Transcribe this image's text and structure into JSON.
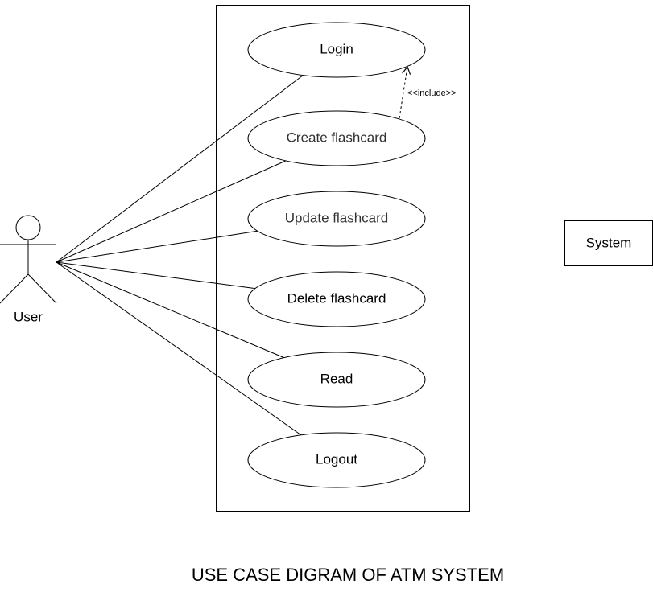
{
  "diagram": {
    "title": "USE CASE DIGRAM OF ATM SYSTEM",
    "actor": {
      "label": "User"
    },
    "system_box_label": "System",
    "use_cases": [
      {
        "id": "login",
        "label": "Login",
        "text_color": "#000000"
      },
      {
        "id": "create",
        "label": "Create flashcard",
        "text_color": "#333333"
      },
      {
        "id": "update",
        "label": "Update flashcard",
        "text_color": "#333333"
      },
      {
        "id": "delete",
        "label": "Delete flashcard",
        "text_color": "#000000"
      },
      {
        "id": "read",
        "label": "Read",
        "text_color": "#000000"
      },
      {
        "id": "logout",
        "label": "Logout",
        "text_color": "#000000"
      }
    ],
    "relationships": [
      {
        "from": "create",
        "to": "login",
        "type": "include",
        "label": "<<include>>"
      }
    ],
    "associations": [
      "login",
      "create",
      "update",
      "delete",
      "read",
      "logout"
    ]
  }
}
